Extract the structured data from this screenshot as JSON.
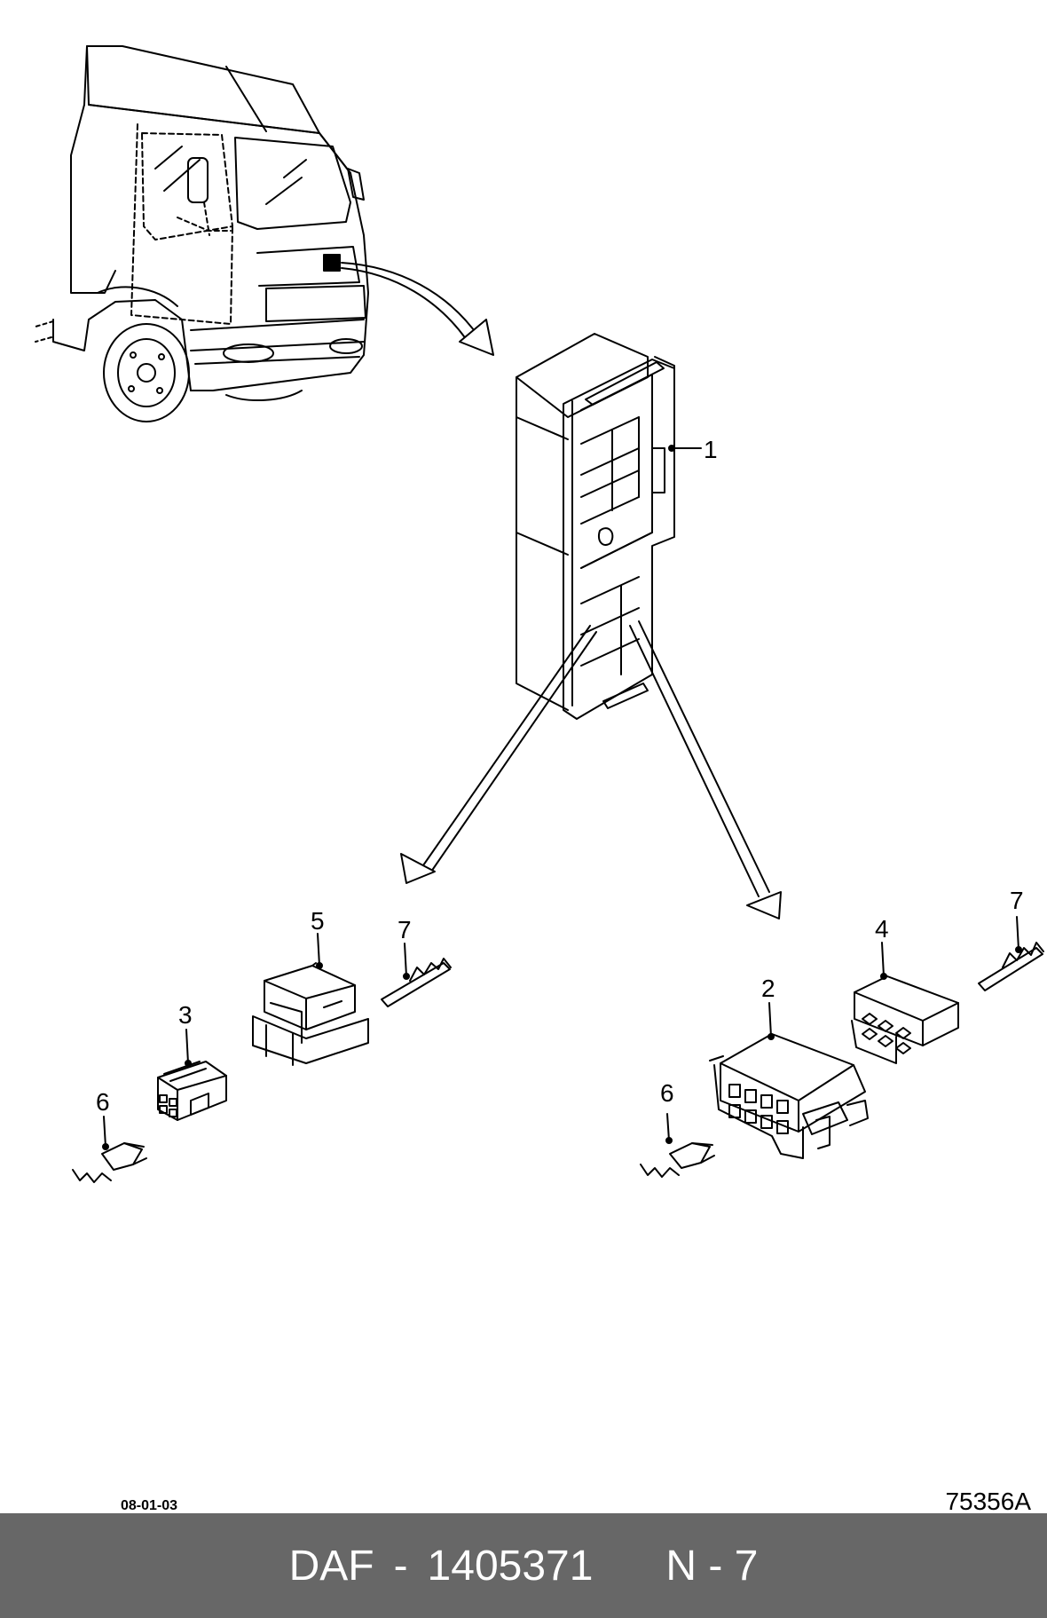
{
  "callouts": [
    {
      "id": "c1",
      "text": "1"
    },
    {
      "id": "c2",
      "text": "2"
    },
    {
      "id": "c3",
      "text": "3"
    },
    {
      "id": "c4",
      "text": "4"
    },
    {
      "id": "c5",
      "text": "5"
    },
    {
      "id": "c6a",
      "text": "6"
    },
    {
      "id": "c6b",
      "text": "6"
    },
    {
      "id": "c7a",
      "text": "7"
    },
    {
      "id": "c7b",
      "text": "7"
    }
  ],
  "date_code": "08-01-03",
  "drawing_number": "75356A",
  "footer": {
    "brand": "DAF",
    "separator": "-",
    "part_number": "1405371",
    "section": "N - 7"
  },
  "colors": {
    "footer_background": "#676767",
    "footer_text": "#ffffff",
    "line": "#000000"
  }
}
